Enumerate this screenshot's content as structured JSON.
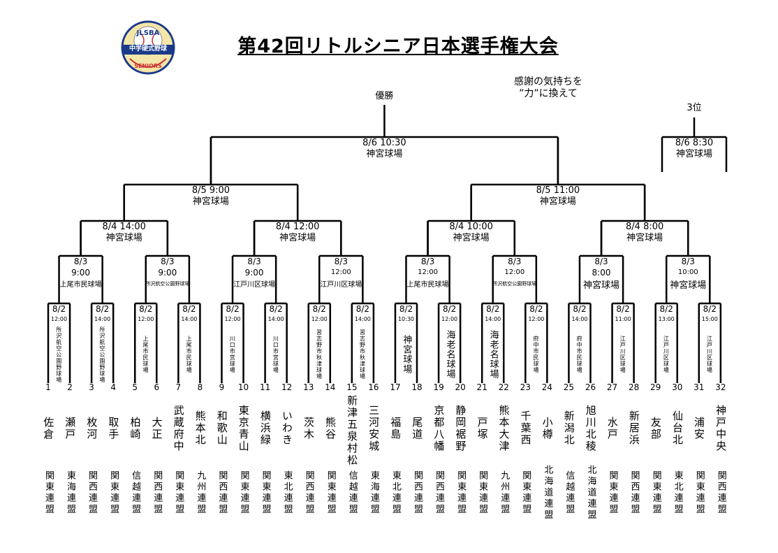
{
  "title": "第42回リトルシニア日本選手権大会",
  "logo": {
    "top_text": "JLSBA",
    "band_text": "中学硬式野球",
    "bottom_text": "SENIORS"
  },
  "message": [
    "感謝の気持ちを",
    "”力”に換えて"
  ],
  "final": {
    "label": "優勝",
    "date": "8/6  10:30",
    "venue": "神宮球場"
  },
  "third_place": {
    "label": "3位",
    "date": "8/6  8:30",
    "venue": "神宮球場"
  },
  "semifinals": [
    {
      "date": "8/5  9:00",
      "venue": "神宮球場"
    },
    {
      "date": "8/5  11:00",
      "venue": "神宮球場"
    }
  ],
  "quarterfinals": [
    {
      "date": "8/4  14:00",
      "venue": "神宮球場"
    },
    {
      "date": "8/4  12:00",
      "venue": "神宮球場"
    },
    {
      "date": "8/4  10:00",
      "venue": "神宮球場"
    },
    {
      "date": "8/4  8:00",
      "venue": "神宮球場"
    }
  ],
  "round3": [
    {
      "date": "8/3",
      "time": "9:00",
      "venue": "上尾市民球場"
    },
    {
      "date": "8/3",
      "time": "9:00",
      "venue": "所沢航空公園野球場"
    },
    {
      "date": "8/3",
      "time": "9:00",
      "venue": "江戸川区球場"
    },
    {
      "date": "8/3",
      "time": "12:00",
      "venue": "江戸川区球場"
    },
    {
      "date": "8/3",
      "time": "12:00",
      "venue": "上尾市民球場"
    },
    {
      "date": "8/3",
      "time": "12:00",
      "venue": "所沢航空公園野球場"
    },
    {
      "date": "8/3",
      "time": "8:00",
      "venue": "神宮球場"
    },
    {
      "date": "8/3",
      "time": "10:00",
      "venue": "神宮球場"
    }
  ],
  "round2": [
    {
      "date": "8/2",
      "time": "12:00",
      "venue": "所沢航空公園野球場"
    },
    {
      "date": "8/2",
      "time": "14:00",
      "venue": "所沢航空公園野球場"
    },
    {
      "date": "8/2",
      "time": "12:00",
      "venue": "上尾市民球場"
    },
    {
      "date": "8/2",
      "time": "14:00",
      "venue": "上尾市民球場"
    },
    {
      "date": "8/2",
      "time": "12:00",
      "venue": "川口市営球場"
    },
    {
      "date": "8/2",
      "time": "14:00",
      "venue": "川口市営球場"
    },
    {
      "date": "8/2",
      "time": "12:00",
      "venue": "習志野市秋津球場"
    },
    {
      "date": "8/2",
      "time": "14:00",
      "venue": "習志野市秋津球場"
    },
    {
      "date": "8/2",
      "time": "10:30",
      "venue": "神宮球場"
    },
    {
      "date": "8/2",
      "time": "12:00",
      "venue": "海老名球場"
    },
    {
      "date": "8/2",
      "time": "14:00",
      "venue": "海老名球場"
    },
    {
      "date": "8/2",
      "time": "12:00",
      "venue": "府中市民球場"
    },
    {
      "date": "8/2",
      "time": "14:00",
      "venue": "府中市民球場"
    },
    {
      "date": "8/2",
      "time": "11:00",
      "venue": "江戸川区球場"
    },
    {
      "date": "8/2",
      "time": "13:00",
      "venue": "江戸川区球場"
    },
    {
      "date": "8/2",
      "time": "15:00",
      "venue": "江戸川区球場"
    }
  ],
  "teams": [
    {
      "no": "1",
      "name": "佐倉",
      "league": "関東連盟"
    },
    {
      "no": "2",
      "name": "瀬戸",
      "league": "東海連盟"
    },
    {
      "no": "3",
      "name": "枚河",
      "league": "関西連盟"
    },
    {
      "no": "4",
      "name": "取手",
      "league": "関東連盟"
    },
    {
      "no": "5",
      "name": "柏崎",
      "league": "信越連盟"
    },
    {
      "no": "6",
      "name": "大正",
      "league": "関西連盟"
    },
    {
      "no": "7",
      "name": "武蔵府中",
      "league": "関東連盟"
    },
    {
      "no": "8",
      "name": "熊本北",
      "league": "九州連盟"
    },
    {
      "no": "9",
      "name": "和歌山",
      "league": "関西連盟"
    },
    {
      "no": "10",
      "name": "東京青山",
      "league": "関東連盟"
    },
    {
      "no": "11",
      "name": "横浜緑",
      "league": "関東連盟"
    },
    {
      "no": "12",
      "name": "いわき",
      "league": "東北連盟"
    },
    {
      "no": "13",
      "name": "茨木",
      "league": "関西連盟"
    },
    {
      "no": "14",
      "name": "熊谷",
      "league": "関東連盟"
    },
    {
      "no": "15",
      "name": "新津五泉村松",
      "league": "信越連盟"
    },
    {
      "no": "16",
      "name": "三河安城",
      "league": "東海連盟"
    },
    {
      "no": "17",
      "name": "福島",
      "league": "東北連盟"
    },
    {
      "no": "18",
      "name": "尾道",
      "league": "関西連盟"
    },
    {
      "no": "19",
      "name": "京都八幡",
      "league": "関西連盟"
    },
    {
      "no": "20",
      "name": "静岡裾野",
      "league": "関東連盟"
    },
    {
      "no": "21",
      "name": "戸塚",
      "league": "関東連盟"
    },
    {
      "no": "22",
      "name": "熊本大津",
      "league": "九州連盟"
    },
    {
      "no": "23",
      "name": "千葉西",
      "league": "関東連盟"
    },
    {
      "no": "24",
      "name": "小樽",
      "league": "北海道連盟"
    },
    {
      "no": "25",
      "name": "新潟北",
      "league": "信越連盟"
    },
    {
      "no": "26",
      "name": "旭川北稜",
      "league": "北海道連盟"
    },
    {
      "no": "27",
      "name": "水戸",
      "league": "関東連盟"
    },
    {
      "no": "28",
      "name": "新居浜",
      "league": "関西連盟"
    },
    {
      "no": "29",
      "name": "友部",
      "league": "関東連盟"
    },
    {
      "no": "30",
      "name": "仙台北",
      "league": "東北連盟"
    },
    {
      "no": "31",
      "name": "浦安",
      "league": "関東連盟"
    },
    {
      "no": "32",
      "name": "神戸中央",
      "league": "関西連盟"
    }
  ]
}
